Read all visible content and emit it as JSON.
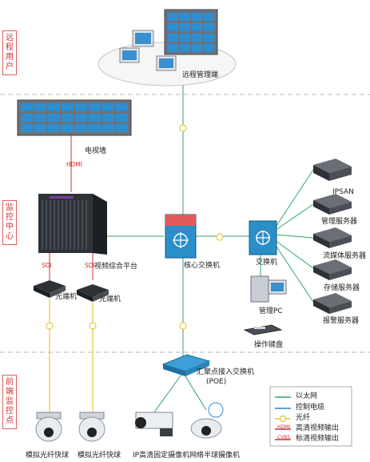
{
  "zones": [
    {
      "id": "remote",
      "label": "远程用户"
    },
    {
      "id": "monitor",
      "label": "监控中心"
    },
    {
      "id": "front",
      "label": "前端监控点"
    }
  ],
  "nodes": {
    "remote_terminal": "远程管理端",
    "tv_wall": "电视墙",
    "video_platform": "视频综合平台",
    "core_switch": "核心交换机",
    "switch": "交换机",
    "ipsan": "IPSAN",
    "mgmt_server": "管理服务器",
    "stream_server": "流媒体服务器",
    "storage_server": "存储服务器",
    "alarm_server": "报警服务器",
    "mgmt_pc": "管理PC",
    "keyboard": "操作键盘",
    "optical_1": "光端机",
    "optical_2": "光端机",
    "agg_switch": "汇聚点接入交换机",
    "agg_switch_sub": "(POE)",
    "analog_cam_1": "模拟光纤快球",
    "analog_cam_2": "模拟光纤快球",
    "ip_fixed_cam": "IP高清固定摄像机",
    "net_dome_cam": "网络半球摄像机"
  },
  "link_labels": {
    "hdmi": "HDMI",
    "sdi_1": "SDI",
    "sdi_2": "SDI"
  },
  "legend": [
    {
      "label": "以太网",
      "color": "#2fa56a",
      "style": "solid"
    },
    {
      "label": "控制电缆",
      "color": "#2f7fc8",
      "style": "solid"
    },
    {
      "label": "光纤",
      "color": "#e8c840",
      "style": "fiber"
    },
    {
      "label": "高清视频输出",
      "color": "#d03030",
      "style": "solid",
      "tag": "HDMI"
    },
    {
      "label": "标清视频输出",
      "color": "#d03030",
      "style": "solid",
      "tag": "CVBS"
    }
  ],
  "colors": {
    "ethernet": "#2fa56a",
    "fiber": "#e8c840",
    "zone_border": "#e06060",
    "divider": "#bbbbbb"
  }
}
